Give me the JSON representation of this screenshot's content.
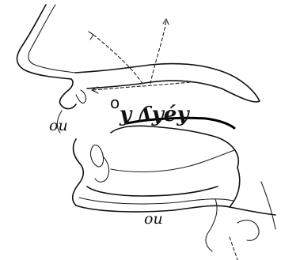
{
  "labels": {
    "lip_label": "ou",
    "palate_vowel": "o",
    "phonetic": "y ʎyéy",
    "throat_label": "ou"
  },
  "colors": {
    "ink": "#111111",
    "paper": "#ffffff"
  }
}
